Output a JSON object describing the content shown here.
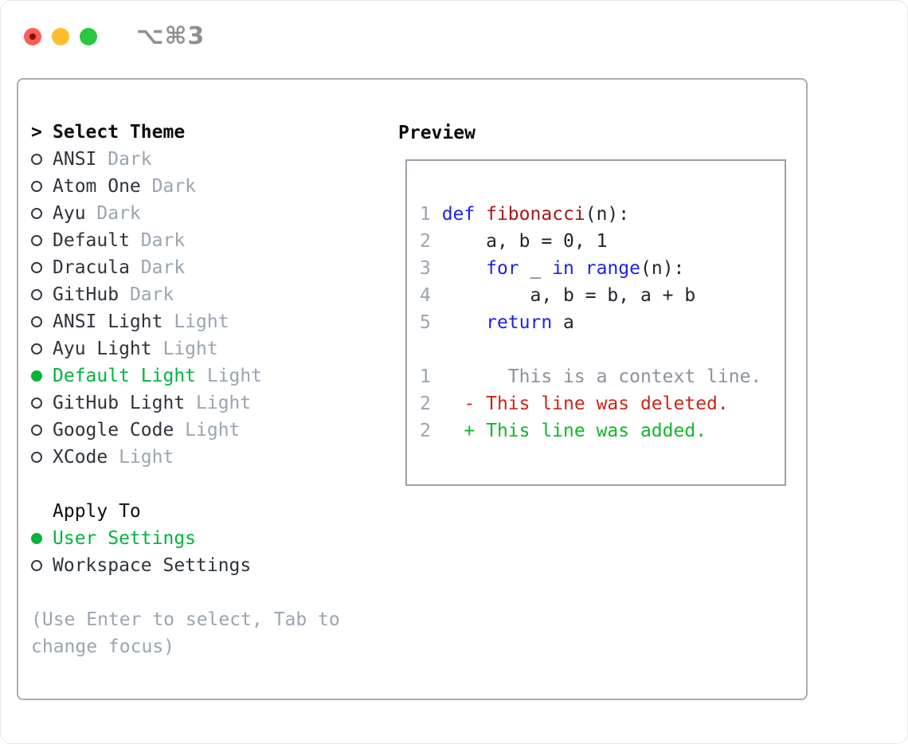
{
  "window": {
    "title": "⌥⌘3",
    "controls": [
      {
        "name": "close-button"
      },
      {
        "name": "minimize-button"
      },
      {
        "name": "zoom-button"
      }
    ]
  },
  "theme_list": {
    "header_marker": ">",
    "header": "Select Theme",
    "items": [
      {
        "name": "ANSI",
        "variant": "Dark",
        "selected": false
      },
      {
        "name": "Atom One",
        "variant": "Dark",
        "selected": false
      },
      {
        "name": "Ayu",
        "variant": "Dark",
        "selected": false
      },
      {
        "name": "Default",
        "variant": "Dark",
        "selected": false
      },
      {
        "name": "Dracula",
        "variant": "Dark",
        "selected": false
      },
      {
        "name": "GitHub",
        "variant": "Dark",
        "selected": false
      },
      {
        "name": "ANSI Light",
        "variant": "Light",
        "selected": false
      },
      {
        "name": "Ayu Light",
        "variant": "Light",
        "selected": false
      },
      {
        "name": "Default Light",
        "variant": "Light",
        "selected": true
      },
      {
        "name": "GitHub Light",
        "variant": "Light",
        "selected": false
      },
      {
        "name": "Google Code",
        "variant": "Light",
        "selected": false
      },
      {
        "name": "XCode",
        "variant": "Light",
        "selected": false
      }
    ]
  },
  "apply_to": {
    "header": "Apply To",
    "options": [
      {
        "label": "User Settings",
        "selected": true
      },
      {
        "label": "Workspace Settings",
        "selected": false
      }
    ]
  },
  "hint": "(Use Enter to select, Tab to change focus)",
  "preview": {
    "title": "Preview",
    "lines": [
      {
        "num": "1",
        "tokens": [
          [
            "def",
            "kw"
          ],
          [
            " ",
            "pl"
          ],
          [
            "fibonacci",
            "fn"
          ],
          [
            "(n):",
            "pl"
          ]
        ]
      },
      {
        "num": "2",
        "tokens": [
          [
            "    a, b = 0, 1",
            "pl"
          ]
        ]
      },
      {
        "num": "3",
        "tokens": [
          [
            "    ",
            "pl"
          ],
          [
            "for",
            "kw"
          ],
          [
            " _ ",
            "pl"
          ],
          [
            "in",
            "kw"
          ],
          [
            " ",
            "pl"
          ],
          [
            "range",
            "kw"
          ],
          [
            "(n):",
            "pl"
          ]
        ]
      },
      {
        "num": "4",
        "tokens": [
          [
            "        a, b = b, a + b",
            "pl"
          ]
        ]
      },
      {
        "num": "5",
        "tokens": [
          [
            "    ",
            "pl"
          ],
          [
            "return",
            "kw"
          ],
          [
            " a",
            "pl"
          ]
        ]
      },
      {
        "num": "",
        "tokens": []
      },
      {
        "num": "1",
        "tokens": [
          [
            "      This is a context line.",
            "ctx"
          ]
        ]
      },
      {
        "num": "2",
        "tokens": [
          [
            "  - This line was deleted.",
            "del"
          ]
        ]
      },
      {
        "num": "2",
        "tokens": [
          [
            "  + This line was added.",
            "add"
          ]
        ]
      }
    ]
  },
  "icons": {
    "focus_caret_icon": ">",
    "radio_unselected_icon": "○",
    "radio_selected_icon": "●",
    "close_icon": "red-circle",
    "minimize_icon": "yellow-circle",
    "zoom_icon": "green-circle"
  },
  "colors": {
    "head": "#0b0d0f",
    "ink": "#2e343b",
    "muted": "#9aa5b1",
    "green": "#00b43c",
    "kw": "#1e22e8",
    "fn": "#aa1616",
    "plain": "#21262c",
    "ctx": "#8b929b",
    "del": "#cb2619",
    "add": "#0dba25",
    "lnum": "#9aa5b1",
    "panel_border": "#a7aeb6",
    "box_border": "#9aa1aa",
    "dot_red": "#ff5d55",
    "dot_red_core": "#7e130b",
    "dot_yellow": "#febc2f",
    "dot_green": "#2ac840",
    "title_gray": "#8e9094"
  }
}
